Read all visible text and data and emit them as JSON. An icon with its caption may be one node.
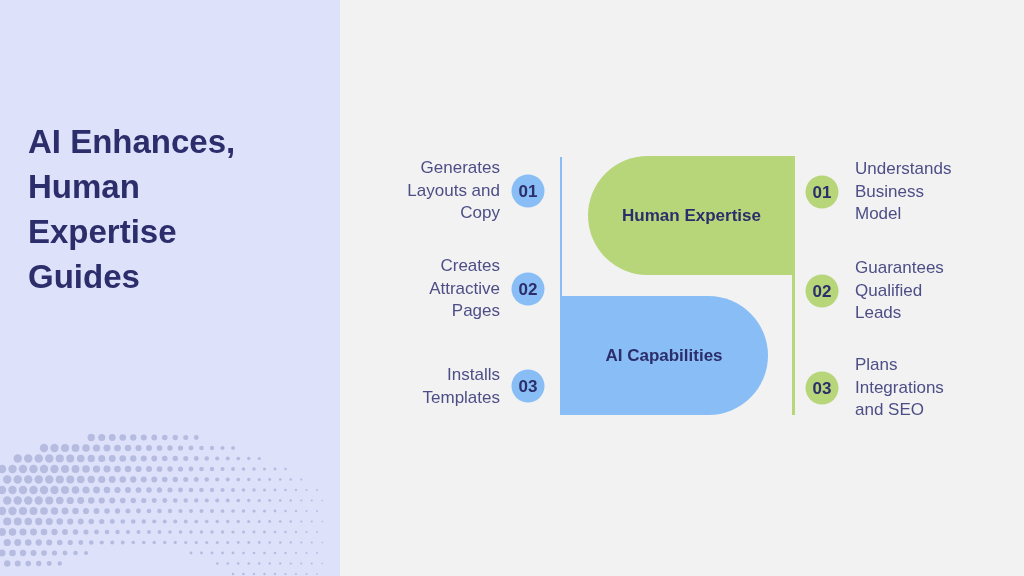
{
  "diagram": {
    "title": "AI Enhances, Human Expertise Guides",
    "nodes": [
      {
        "text": [
          "01"
        ],
        "beside": [
          "Generates Layouts and Copy"
        ]
      },
      {
        "text": [
          "Human Expertise"
        ]
      },
      {
        "text": [
          "01"
        ],
        "beside": [
          "Understands Business Model"
        ]
      },
      {
        "text": [
          "02"
        ],
        "beside": [
          "Creates Attractive Pages"
        ]
      },
      {
        "text": [
          "02"
        ],
        "beside": [
          "Guarantees Qualified Leads"
        ]
      },
      {
        "text": [
          "AI Capabilities"
        ]
      },
      {
        "text": [
          "03"
        ],
        "beside": [
          "Installs Templates"
        ]
      },
      {
        "text": [
          "03"
        ],
        "beside": [
          "Plans Integrations and SEO"
        ]
      }
    ]
  }
}
